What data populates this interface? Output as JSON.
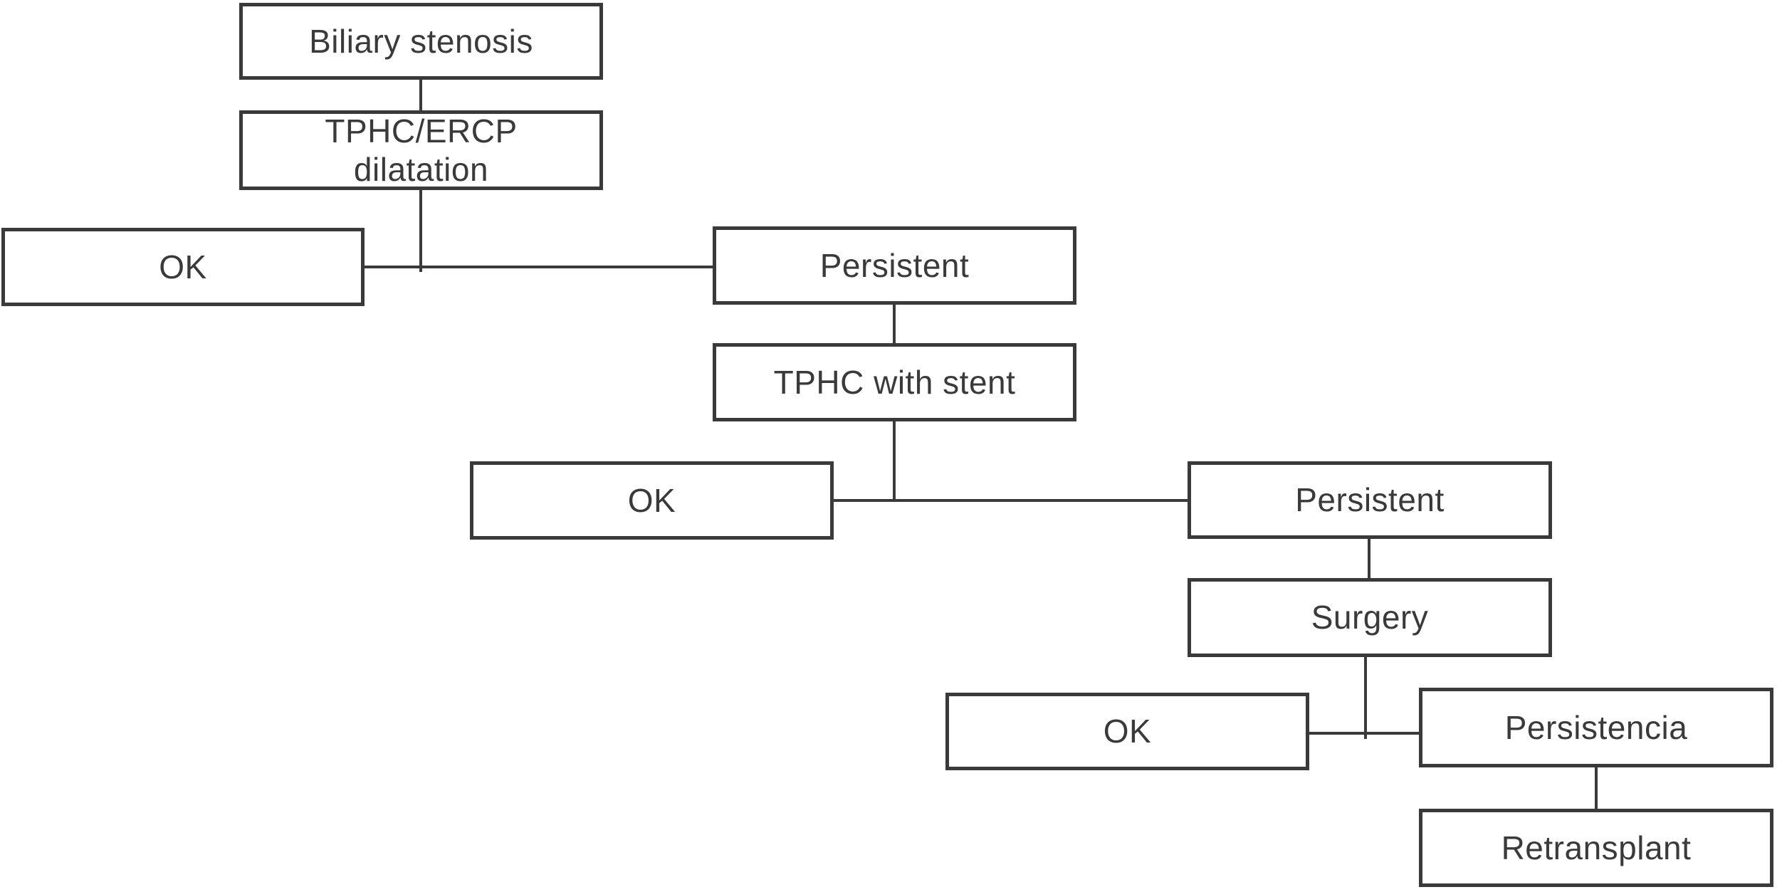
{
  "diagram": {
    "type": "flowchart",
    "colors": {
      "background": "#ffffff",
      "node_fill": "#ffffff",
      "line": "#3a3a3a",
      "text": "#3a3a3a"
    },
    "nodes": {
      "biliary_stenosis": {
        "label": "Biliary stenosis"
      },
      "tphc_ercp_dilatation": {
        "label": "TPHC/ERCP dilatation"
      },
      "ok_after_dilatation": {
        "label": "OK"
      },
      "persistent_after_dilatation": {
        "label": "Persistent"
      },
      "tphc_with_stent": {
        "label": "TPHC with stent"
      },
      "ok_after_stent": {
        "label": "OK"
      },
      "persistent_after_stent": {
        "label": "Persistent"
      },
      "surgery": {
        "label": "Surgery"
      },
      "ok_after_surgery": {
        "label": "OK"
      },
      "persistencia": {
        "label": "Persistencia"
      },
      "retransplant": {
        "label": "Retransplant"
      }
    },
    "edges": [
      {
        "from": "biliary_stenosis",
        "to": "tphc_ercp_dilatation"
      },
      {
        "from": "tphc_ercp_dilatation",
        "to": "ok_after_dilatation"
      },
      {
        "from": "tphc_ercp_dilatation",
        "to": "persistent_after_dilatation"
      },
      {
        "from": "persistent_after_dilatation",
        "to": "tphc_with_stent"
      },
      {
        "from": "tphc_with_stent",
        "to": "ok_after_stent"
      },
      {
        "from": "tphc_with_stent",
        "to": "persistent_after_stent"
      },
      {
        "from": "persistent_after_stent",
        "to": "surgery"
      },
      {
        "from": "surgery",
        "to": "ok_after_surgery"
      },
      {
        "from": "surgery",
        "to": "persistencia"
      },
      {
        "from": "persistencia",
        "to": "retransplant"
      }
    ]
  }
}
